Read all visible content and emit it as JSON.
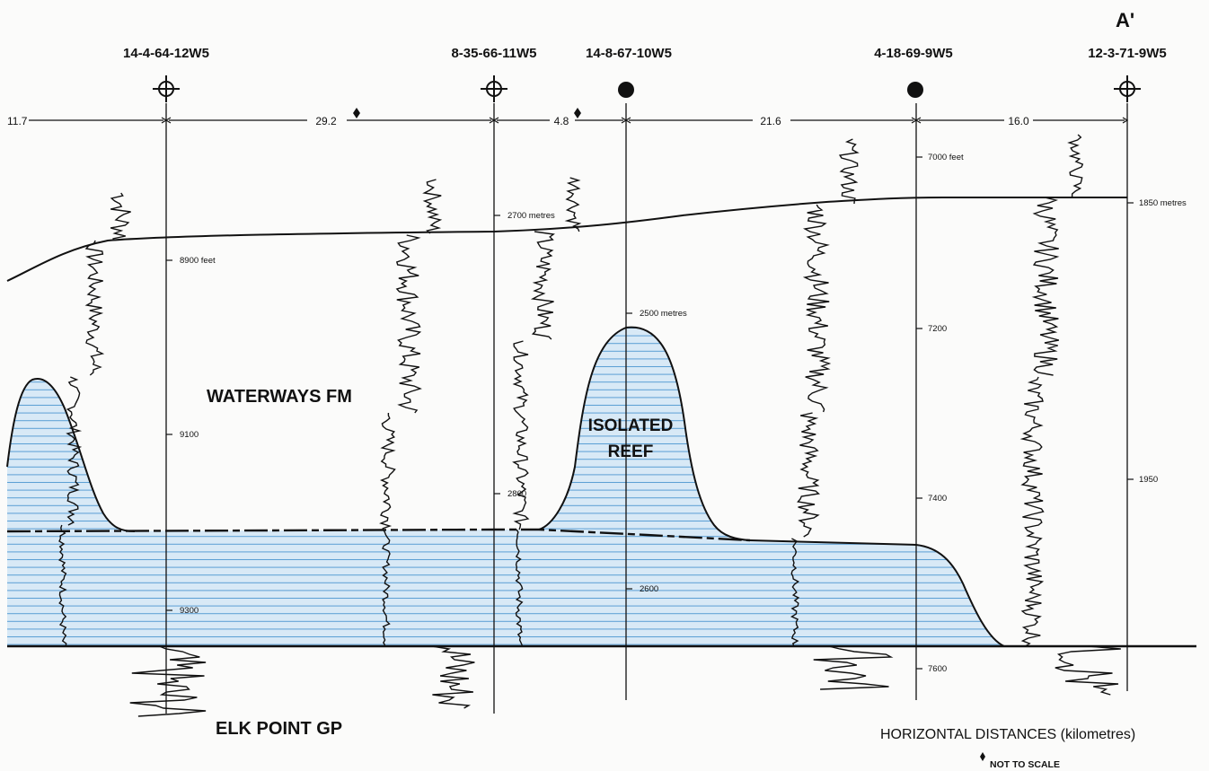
{
  "section_label": "A'",
  "wells": [
    {
      "id": "14-4-64-12W5",
      "symbol": "open"
    },
    {
      "id": "8-35-66-11W5",
      "symbol": "open"
    },
    {
      "id": "14-8-67-10W5",
      "symbol": "filled"
    },
    {
      "id": "4-18-69-9W5",
      "symbol": "filled"
    },
    {
      "id": "12-3-71-9W5",
      "symbol": "open"
    }
  ],
  "distances": [
    "11.7",
    "29.2",
    "4.8",
    "21.6",
    "16.0"
  ],
  "depth_labels": {
    "well1": [
      "8900 feet",
      "9100",
      "9300"
    ],
    "well2": [
      "2700 metres",
      "2800"
    ],
    "well3": [
      "2500 metres",
      "2600"
    ],
    "well4": [
      "7000 feet",
      "7200",
      "7400",
      "7600"
    ],
    "well5": [
      "1850 metres",
      "1950"
    ]
  },
  "units": {
    "waterways": "WATERWAYS FM",
    "reef_line1": "ISOLATED",
    "reef_line2": "REEF",
    "elk_point": "ELK POINT GP"
  },
  "footer": {
    "horizontal": "HORIZONTAL DISTANCES (kilometres)",
    "not_to_scale": "NOT TO SCALE"
  },
  "colors": {
    "fill": "#d8e9f6",
    "hatch": "#5a9fd4",
    "ink": "#111111"
  }
}
